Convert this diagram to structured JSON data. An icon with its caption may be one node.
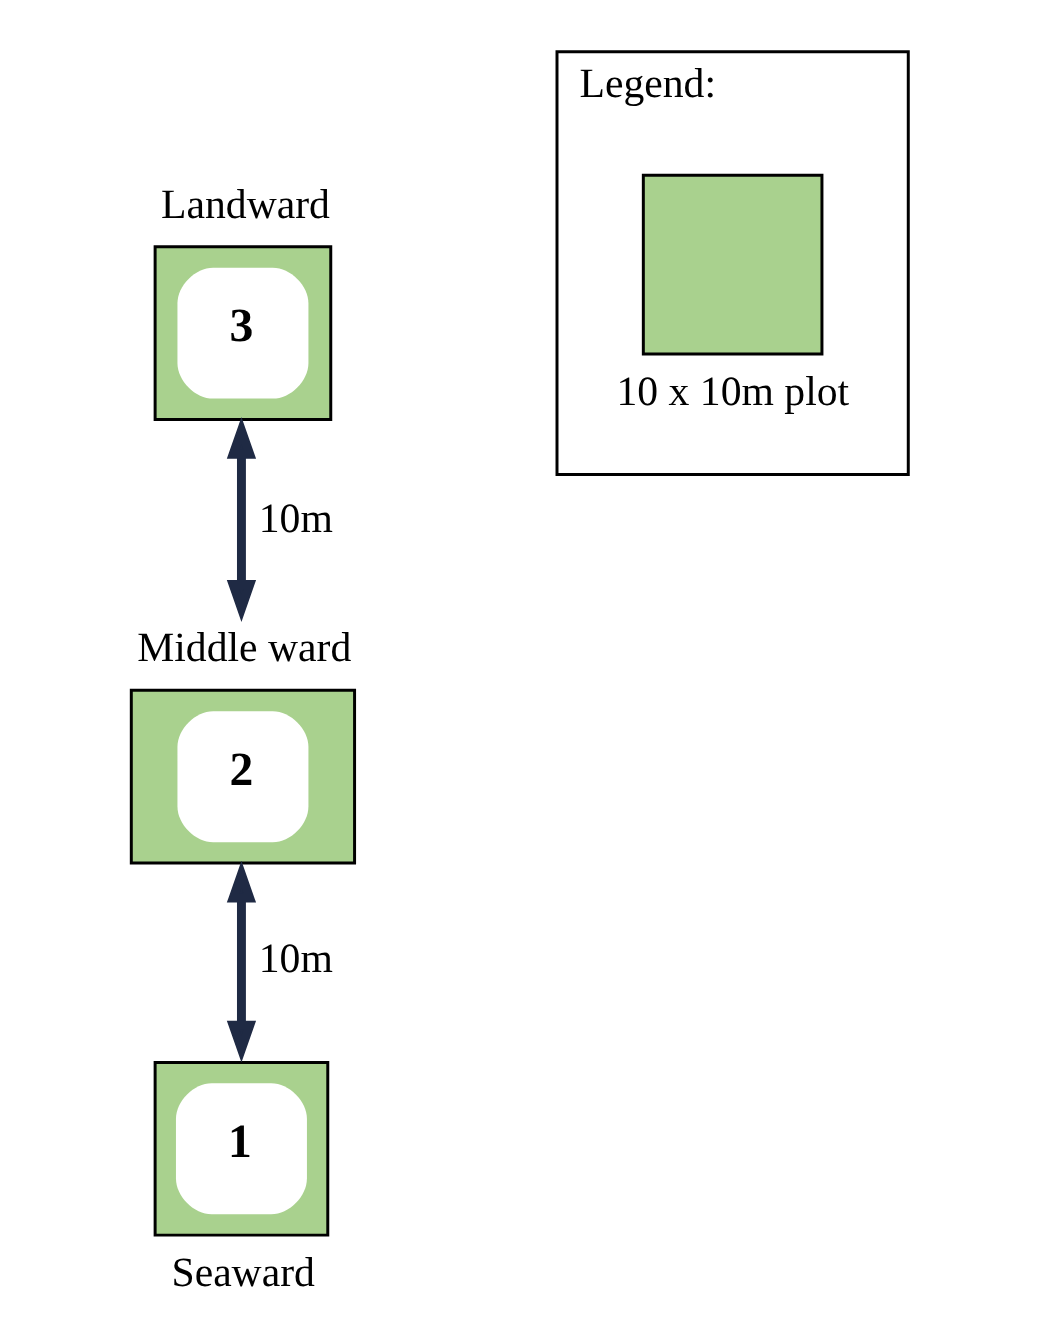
{
  "diagram": {
    "nodes": [
      {
        "text": [
          "3"
        ],
        "beside": [
          "Landward"
        ]
      },
      {
        "text": [
          "2"
        ],
        "beside": [
          "Middle ward"
        ]
      },
      {
        "text": [
          "1"
        ],
        "beside": [
          "Seaward"
        ]
      },
      {
        "text": [
          "Legend:"
        ]
      },
      {
        "text": [],
        "shape": "box",
        "in": 3,
        "beside": [
          "10 x 10m plot"
        ]
      }
    ],
    "edges": [
      {
        "from": 0,
        "to": 1,
        "arrow": "both",
        "label": "10m"
      },
      {
        "from": 1,
        "to": 2,
        "arrow": "both",
        "label": "10m"
      }
    ]
  }
}
